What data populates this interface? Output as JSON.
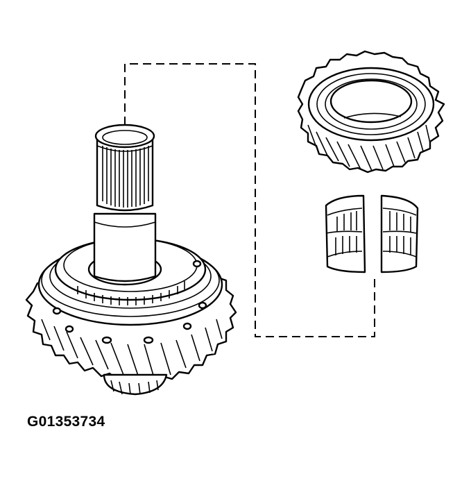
{
  "figure": {
    "id_label": "G01353734",
    "colors": {
      "line": "#000000",
      "background": "#ffffff"
    },
    "parts": [
      {
        "name": "mainshaft-with-helical-gear-and-synchronizer"
      },
      {
        "name": "helical-gear"
      },
      {
        "name": "split-needle-roller-bearing"
      }
    ],
    "leader": {
      "style": "dashed",
      "connects": [
        "mainshaft-top",
        "needle-bearing"
      ]
    }
  }
}
